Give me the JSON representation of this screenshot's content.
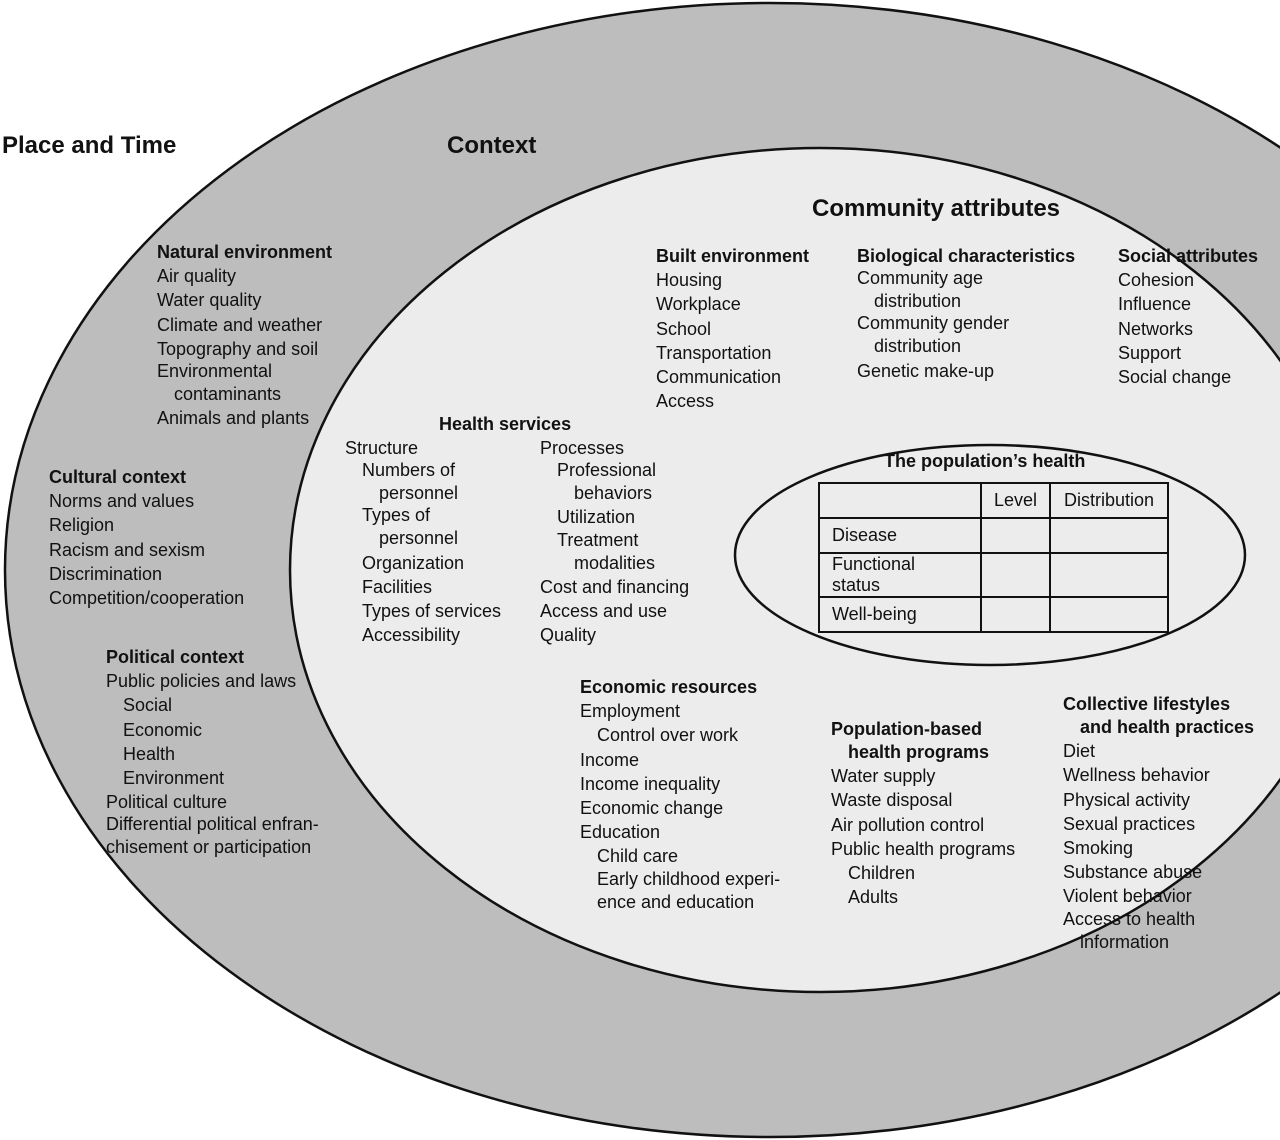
{
  "colors": {
    "outer_ring": "#bdbdbd",
    "inner_area": "#ececec",
    "outline": "#111111"
  },
  "place_and_time": {
    "label": "Place and Time"
  },
  "context": {
    "label": "Context",
    "natural_environment": {
      "heading": "Natural environment",
      "items": [
        "Air quality",
        "Water quality",
        "Climate and weather",
        "Topography and soil",
        "Environmental",
        "contaminants",
        "Animals and plants"
      ]
    },
    "cultural_context": {
      "heading": "Cultural context",
      "items": [
        "Norms and values",
        "Religion",
        "Racism and sexism",
        "Discrimination",
        "Competition/cooperation"
      ]
    },
    "political_context": {
      "heading": "Political context",
      "items": [
        "Public policies and laws",
        "Social",
        "Economic",
        "Health",
        "Environment",
        "Political culture",
        "Differential political enfran-",
        "chisement or participation"
      ]
    }
  },
  "community_attributes": {
    "label": "Community attributes",
    "built_environment": {
      "heading": "Built environment",
      "items": [
        "Housing",
        "Workplace",
        "School",
        "Transportation",
        "Communication",
        "Access"
      ]
    },
    "biological_characteristics": {
      "heading": "Biological characteristics",
      "items": [
        "Community age",
        "distribution",
        "Community gender",
        "distribution",
        "Genetic make-up"
      ]
    },
    "social_attributes": {
      "heading": "Social attributes",
      "items": [
        "Cohesion",
        "Influence",
        "Networks",
        "Support",
        "Social change"
      ]
    },
    "health_services": {
      "heading": "Health services",
      "structure": [
        "Structure",
        "Numbers of",
        "personnel",
        "Types of",
        "personnel",
        "Organization",
        "Facilities",
        "Types of services",
        "Accessibility"
      ],
      "processes": [
        "Processes",
        "Professional",
        "behaviors",
        "Utilization",
        "Treatment",
        "modalities",
        "Cost and financing",
        "Access and use",
        "Quality"
      ]
    },
    "economic_resources": {
      "heading": "Economic resources",
      "items": [
        "Employment",
        "Control over work",
        "Income",
        "Income inequality",
        "Economic change",
        "Education",
        "Child care",
        "Early childhood experi-",
        "ence and education"
      ]
    },
    "population_programs": {
      "heading_1": "Population-based",
      "heading_2": "health programs",
      "items": [
        "Water supply",
        "Waste disposal",
        "Air pollution control",
        "Public health programs",
        "Children",
        "Adults"
      ]
    },
    "lifestyles": {
      "heading_1": "Collective lifestyles",
      "heading_2": "and health practices",
      "items": [
        "Diet",
        "Wellness behavior",
        "Physical activity",
        "Sexual practices",
        "Smoking",
        "Substance abuse",
        "Violent behavior",
        "Access to health",
        "information"
      ]
    }
  },
  "population_health": {
    "title": "The population’s health",
    "columns": [
      "",
      "Level",
      "Distribution"
    ],
    "rows": [
      "Disease",
      "Functional status",
      "Well-being"
    ]
  }
}
